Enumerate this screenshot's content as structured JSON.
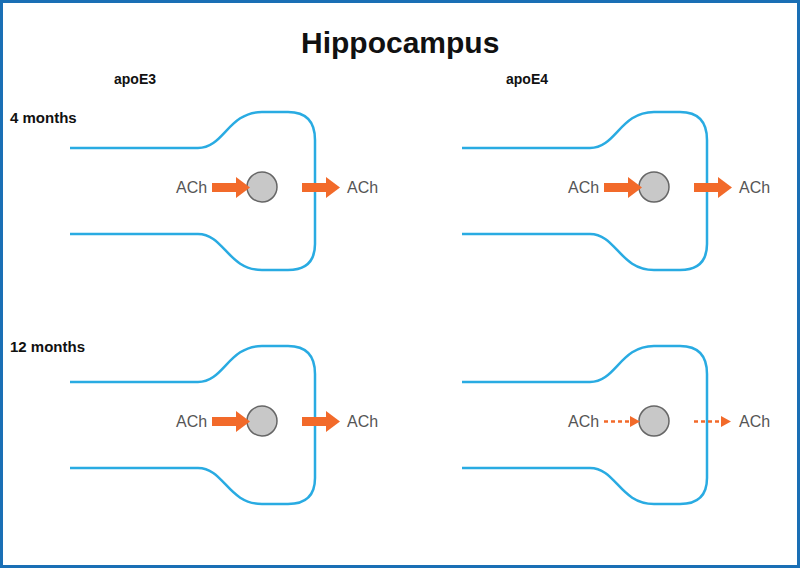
{
  "diagram": {
    "title": "Hippocampus",
    "labels": [
      "apoE3",
      "apoE4",
      "4 months",
      "12 months",
      "ACh",
      "ACh",
      "ACh",
      "ACh",
      "ACh",
      "ACh",
      "ACh",
      "ACh"
    ]
  }
}
